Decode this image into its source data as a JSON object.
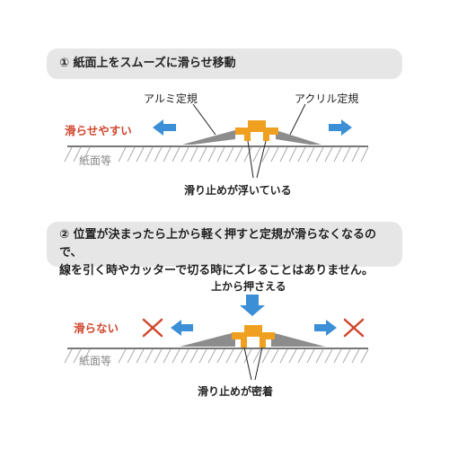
{
  "section1": {
    "caption": "① 紙面上をスムーズに滑らせ移動",
    "label_aluminum": "アルミ定規",
    "label_acrylic": "アクリル定規",
    "label_slippery": "滑らせやすい",
    "label_surface": "紙面等",
    "label_stoppers": "滑り止めが浮いている"
  },
  "section2": {
    "caption_line1": "② 位置が決まったら上から軽く押すと定規が滑らなくなるので、",
    "caption_line2": "線を引く時やカッターで切る時にズレることはありません。",
    "label_press": "上から押さえる",
    "label_not_slip": "滑らない",
    "label_surface": "紙面等",
    "label_stoppers": "滑り止めが密着"
  },
  "colors": {
    "arrow_blue": "#3a8fd6",
    "ruler_gray": "#8c8c8c",
    "clip_orange": "#f0a020",
    "cross_red": "#d0472e",
    "caption_bg": "#e6e6e6"
  }
}
